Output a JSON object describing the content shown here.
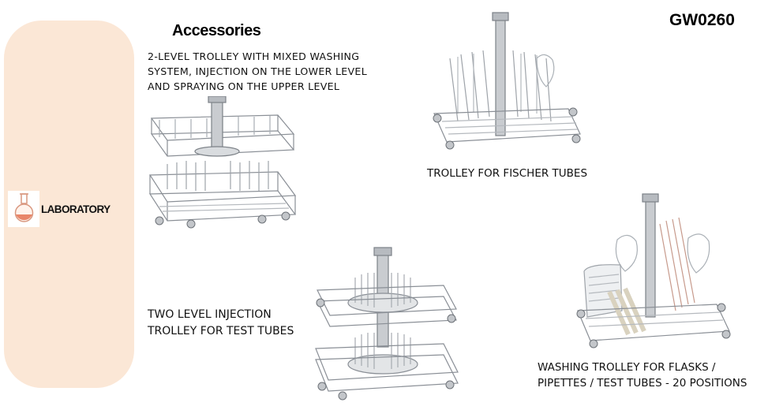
{
  "header": {
    "title": "Accessories",
    "model_code": "GW0260"
  },
  "sidebar": {
    "category_label": "LABORATORY",
    "icon": "laboratory-flask-icon"
  },
  "products": [
    {
      "lines": [
        "2-LEVEL TROLLEY WITH MIXED WASHING",
        "SYSTEM, INJECTION ON THE LOWER LEVEL",
        "AND SPRAYING ON THE UPPER LEVEL"
      ],
      "image": "two-level-mixed-trolley-image"
    },
    {
      "lines": [
        "TROLLEY FOR FISCHER TUBES"
      ],
      "image": "fischer-tubes-trolley-image"
    },
    {
      "lines": [
        "TWO LEVEL INJECTION",
        "TROLLEY FOR TEST TUBES"
      ],
      "image": "test-tubes-injection-trolley-image"
    },
    {
      "lines": [
        "WASHING TROLLEY FOR FLASKS /",
        "PIPETTES / TEST TUBES - 20 POSITIONS"
      ],
      "image": "flasks-pipettes-trolley-image"
    }
  ],
  "colors": {
    "sidebar_band": "#fbe7d6",
    "flask_liquid": "#e8866a",
    "steel": "#8a8f96"
  }
}
